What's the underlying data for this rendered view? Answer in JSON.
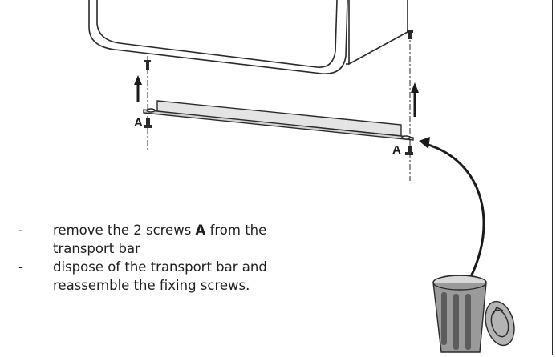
{
  "labels": {
    "screw_left": "A",
    "screw_right": "A"
  },
  "instructions": [
    {
      "bullet": "-",
      "before": "remove the 2 screws ",
      "emphasis": "A",
      "after": " from the transport bar"
    },
    {
      "bullet": "-",
      "text": "dispose of the transport bar and reassemble the fixing screws."
    }
  ],
  "colors": {
    "outline": "#2a2a2a",
    "bar_fill": "#e4e4e4",
    "bin_fill": "#9a9a9a",
    "text": "#1f1f1f"
  },
  "icons": [
    "washing-machine-base",
    "screw-icon",
    "arrow-up-icon",
    "transport-bar",
    "curved-arrow-icon",
    "trash-bin-icon"
  ]
}
